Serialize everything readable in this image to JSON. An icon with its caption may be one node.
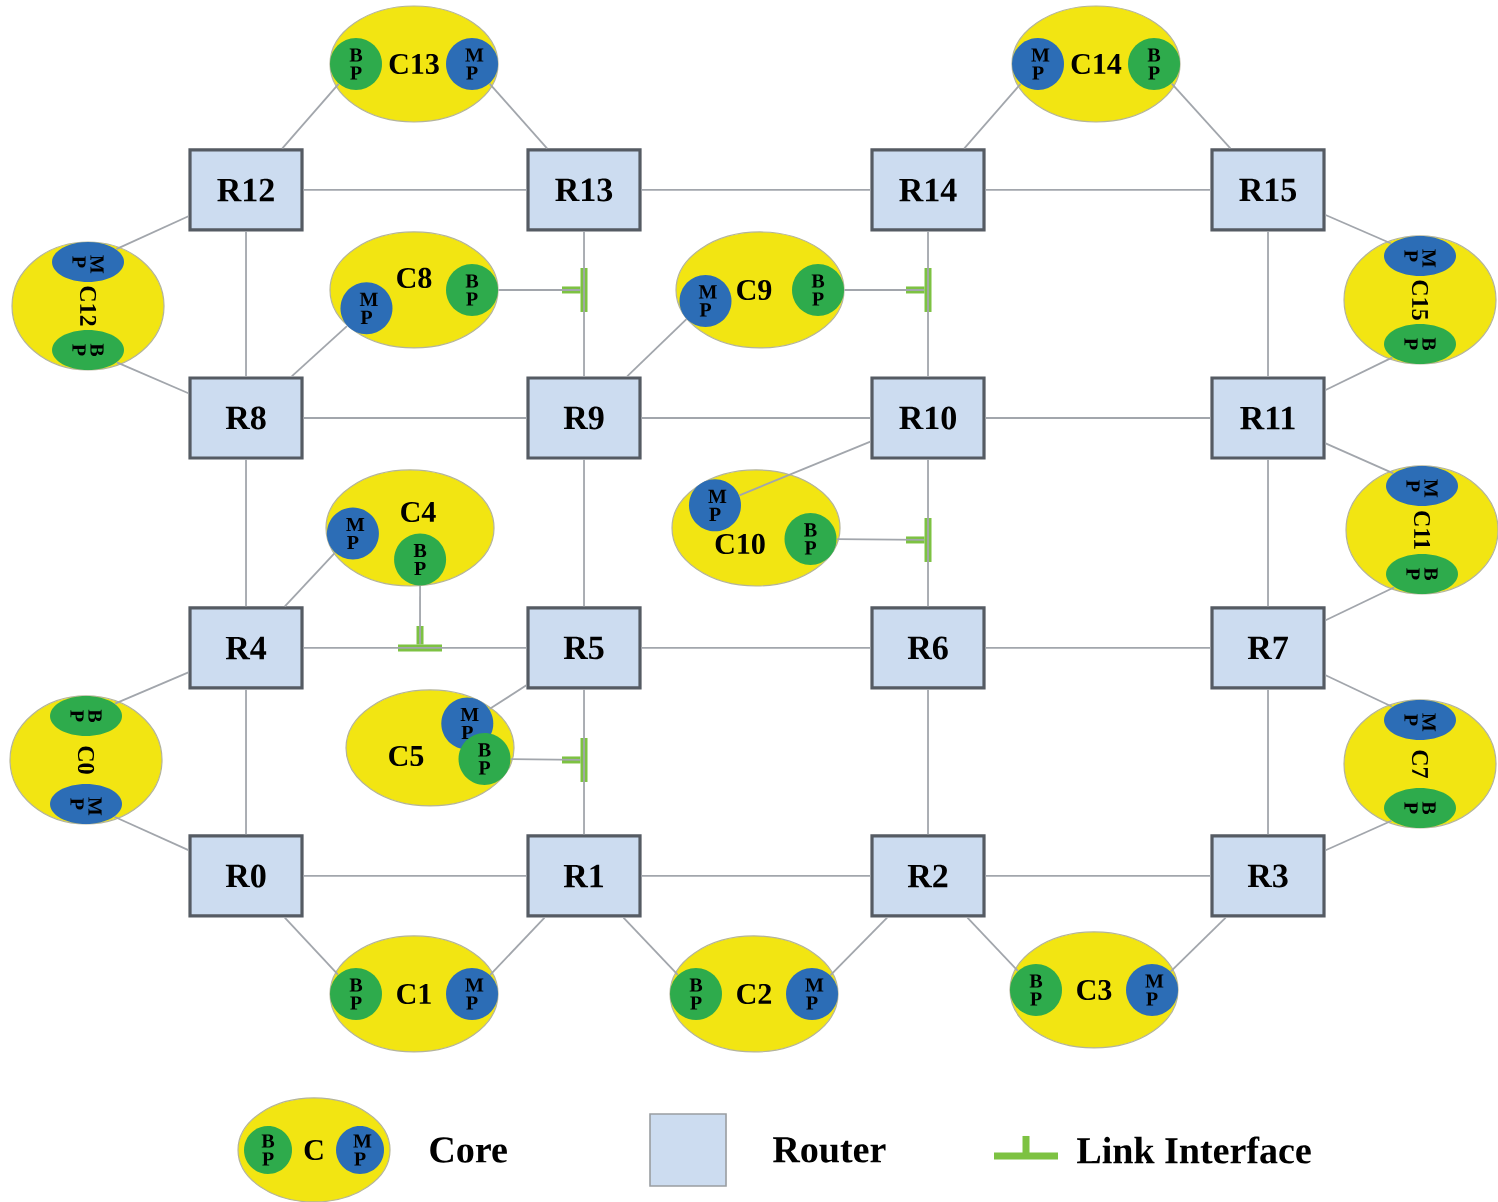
{
  "diagram": {
    "nodes": [
      {
        "text": [
          "C13"
        ]
      },
      {
        "text": [
          "B P"
        ],
        "in": 0
      },
      {
        "text": [
          "M P"
        ],
        "in": 0
      },
      {
        "text": [
          "C14"
        ]
      },
      {
        "text": [
          "M P"
        ],
        "in": 3
      },
      {
        "text": [
          "B P"
        ],
        "in": 3
      },
      {
        "text": [
          "R12"
        ]
      },
      {
        "text": [
          "R13"
        ]
      },
      {
        "text": [
          "R14"
        ]
      },
      {
        "text": [
          "R15"
        ]
      },
      {
        "text": [
          "C12"
        ]
      },
      {
        "text": [
          "M P"
        ],
        "in": 10
      },
      {
        "text": [
          "B P"
        ],
        "in": 10
      },
      {
        "text": [
          "C8"
        ]
      },
      {
        "text": [
          "M P"
        ],
        "in": 13
      },
      {
        "text": [
          "B P"
        ],
        "in": 13
      },
      {
        "text": [],
        "shape": "bar"
      },
      {
        "text": [
          "C9"
        ]
      },
      {
        "text": [
          "M P"
        ],
        "in": 17
      },
      {
        "text": [
          "B P"
        ],
        "in": 17
      },
      {
        "text": [],
        "shape": "bar"
      },
      {
        "text": [
          "C15"
        ]
      },
      {
        "text": [
          "M P"
        ],
        "in": 21
      },
      {
        "text": [
          "B P"
        ],
        "in": 21
      },
      {
        "text": [
          "R8"
        ]
      },
      {
        "text": [
          "R9"
        ]
      },
      {
        "text": [
          "R10"
        ]
      },
      {
        "text": [
          "R11"
        ]
      },
      {
        "text": [
          "C4"
        ]
      },
      {
        "text": [
          "M P"
        ],
        "in": 28
      },
      {
        "text": [
          "B P"
        ],
        "in": 28
      },
      {
        "text": [
          "C10"
        ]
      },
      {
        "text": [
          "M P"
        ],
        "in": 31
      },
      {
        "text": [
          "B P"
        ],
        "in": 31
      },
      {
        "text": [],
        "shape": "bar"
      },
      {
        "text": [
          "C11"
        ]
      },
      {
        "text": [
          "M P"
        ],
        "in": 35
      },
      {
        "text": [
          "B P"
        ],
        "in": 35
      },
      {
        "text": [],
        "shape": "bar"
      },
      {
        "text": [
          "R4"
        ]
      },
      {
        "text": [
          "R5"
        ]
      },
      {
        "text": [
          "R6"
        ]
      },
      {
        "text": [
          "R7"
        ]
      },
      {
        "text": [
          "C0"
        ]
      },
      {
        "text": [
          "B P"
        ],
        "in": 43
      },
      {
        "text": [
          "M P"
        ],
        "in": 43
      },
      {
        "text": [
          "C5"
        ]
      },
      {
        "text": [
          "M P"
        ],
        "in": 46
      },
      {
        "text": [
          "B P"
        ],
        "in": 46
      },
      {
        "text": [],
        "shape": "bar"
      },
      {
        "text": [
          "C7"
        ]
      },
      {
        "text": [
          "M P"
        ],
        "in": 50
      },
      {
        "text": [
          "B P"
        ],
        "in": 50
      },
      {
        "text": [
          "R0"
        ]
      },
      {
        "text": [
          "R1"
        ]
      },
      {
        "text": [
          "R2"
        ]
      },
      {
        "text": [
          "R3"
        ]
      },
      {
        "text": [
          "C1"
        ]
      },
      {
        "text": [
          "B P"
        ],
        "in": 57
      },
      {
        "text": [
          "M P"
        ],
        "in": 57
      },
      {
        "text": [
          "C2"
        ]
      },
      {
        "text": [
          "B P"
        ],
        "in": 60
      },
      {
        "text": [
          "M P"
        ],
        "in": 60
      },
      {
        "text": [
          "C3"
        ]
      },
      {
        "text": [
          "B P"
        ],
        "in": 63
      },
      {
        "text": [
          "M P"
        ],
        "in": 63
      }
    ],
    "edges": [
      {
        "from": 6,
        "to": 7,
        "arrow": "none"
      },
      {
        "from": 7,
        "to": 8,
        "arrow": "none"
      },
      {
        "from": 8,
        "to": 9,
        "arrow": "none"
      },
      {
        "from": 24,
        "to": 25,
        "arrow": "none"
      },
      {
        "from": 25,
        "to": 26,
        "arrow": "none"
      },
      {
        "from": 26,
        "to": 27,
        "arrow": "none"
      },
      {
        "from": 39,
        "to": 40,
        "arrow": "none"
      },
      {
        "from": 40,
        "to": 41,
        "arrow": "none"
      },
      {
        "from": 41,
        "to": 42,
        "arrow": "none"
      },
      {
        "from": 53,
        "to": 54,
        "arrow": "none"
      },
      {
        "from": 54,
        "to": 55,
        "arrow": "none"
      },
      {
        "from": 55,
        "to": 56,
        "arrow": "none"
      },
      {
        "from": 6,
        "to": 24,
        "arrow": "none"
      },
      {
        "from": 24,
        "to": 39,
        "arrow": "none"
      },
      {
        "from": 39,
        "to": 53,
        "arrow": "none"
      },
      {
        "from": 7,
        "to": 25,
        "arrow": "none"
      },
      {
        "from": 25,
        "to": 40,
        "arrow": "none"
      },
      {
        "from": 40,
        "to": 54,
        "arrow": "none"
      },
      {
        "from": 8,
        "to": 26,
        "arrow": "none"
      },
      {
        "from": 26,
        "to": 41,
        "arrow": "none"
      },
      {
        "from": 41,
        "to": 55,
        "arrow": "none"
      },
      {
        "from": 9,
        "to": 27,
        "arrow": "none"
      },
      {
        "from": 27,
        "to": 42,
        "arrow": "none"
      },
      {
        "from": 42,
        "to": 56,
        "arrow": "none"
      },
      {
        "from": 6,
        "to": 1,
        "arrow": "none"
      },
      {
        "from": 2,
        "to": 7,
        "arrow": "none"
      },
      {
        "from": 8,
        "to": 4,
        "arrow": "none"
      },
      {
        "from": 5,
        "to": 9,
        "arrow": "none"
      },
      {
        "from": 6,
        "to": 11,
        "arrow": "none"
      },
      {
        "from": 12,
        "to": 24,
        "arrow": "none"
      },
      {
        "from": 14,
        "to": 24,
        "arrow": "none"
      },
      {
        "from": 15,
        "to": 16,
        "arrow": "none"
      },
      {
        "from": 18,
        "to": 25,
        "arrow": "none"
      },
      {
        "from": 19,
        "to": 20,
        "arrow": "none"
      },
      {
        "from": 9,
        "to": 22,
        "arrow": "none"
      },
      {
        "from": 23,
        "to": 27,
        "arrow": "none"
      },
      {
        "from": 29,
        "to": 39,
        "arrow": "none"
      },
      {
        "from": 30,
        "to": 38,
        "arrow": "none"
      },
      {
        "from": 26,
        "to": 32,
        "arrow": "none"
      },
      {
        "from": 33,
        "to": 34,
        "arrow": "none"
      },
      {
        "from": 27,
        "to": 36,
        "arrow": "none"
      },
      {
        "from": 37,
        "to": 42,
        "arrow": "none"
      },
      {
        "from": 39,
        "to": 44,
        "arrow": "none"
      },
      {
        "from": 45,
        "to": 53,
        "arrow": "none"
      },
      {
        "from": 40,
        "to": 47,
        "arrow": "none"
      },
      {
        "from": 48,
        "to": 49,
        "arrow": "none"
      },
      {
        "from": 42,
        "to": 51,
        "arrow": "none"
      },
      {
        "from": 52,
        "to": 56,
        "arrow": "none"
      },
      {
        "from": 53,
        "to": 58,
        "arrow": "none"
      },
      {
        "from": 59,
        "to": 54,
        "arrow": "none"
      },
      {
        "from": 54,
        "to": 61,
        "arrow": "none"
      },
      {
        "from": 62,
        "to": 55,
        "arrow": "none"
      },
      {
        "from": 55,
        "to": 64,
        "arrow": "none"
      },
      {
        "from": 65,
        "to": 56,
        "arrow": "none"
      }
    ],
    "labels": [
      "B P",
      "C",
      "M P"
    ],
    "legend": [
      {
        "text": "Core"
      },
      {
        "text": "Router"
      },
      {
        "text": "Link Interface"
      }
    ]
  }
}
